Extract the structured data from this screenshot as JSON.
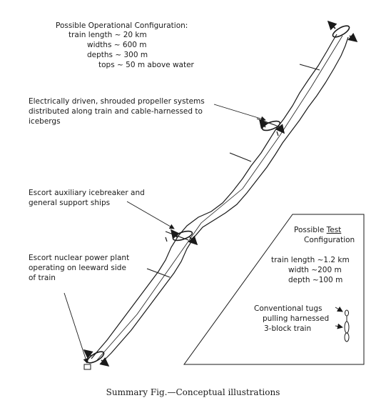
{
  "operational": {
    "title": "Possible Operational Configuration:",
    "train_length": "train length ~ 20 km",
    "widths": "widths ~ 600 m",
    "depths": "depths ~ 300 m",
    "tops": "tops ~ 50 m above water"
  },
  "callouts": {
    "propeller": [
      "Electrically driven, shrouded propeller systems",
      "distributed along train and cable-harnessed to",
      "icebergs"
    ],
    "escort_icebreaker": [
      "Escort auxiliary icebreaker and",
      "general support ships"
    ],
    "escort_nuclear": [
      "Escort nuclear power plant",
      "operating on leeward side",
      "of train"
    ]
  },
  "test": {
    "title_prefix": "Possible ",
    "title_underlined": "Test",
    "title_line2": "Configuration",
    "train_length": "train length ~1.2 km",
    "width": "width ~200 m",
    "depth": "depth ~100 m",
    "tugs": [
      "Conventional tugs",
      "pulling harnessed",
      "3-block train"
    ]
  },
  "caption": "Summary Fig.—Conceptual illustrations",
  "colors": {
    "ink": "#1a1a1a",
    "paper": "#ffffff"
  }
}
